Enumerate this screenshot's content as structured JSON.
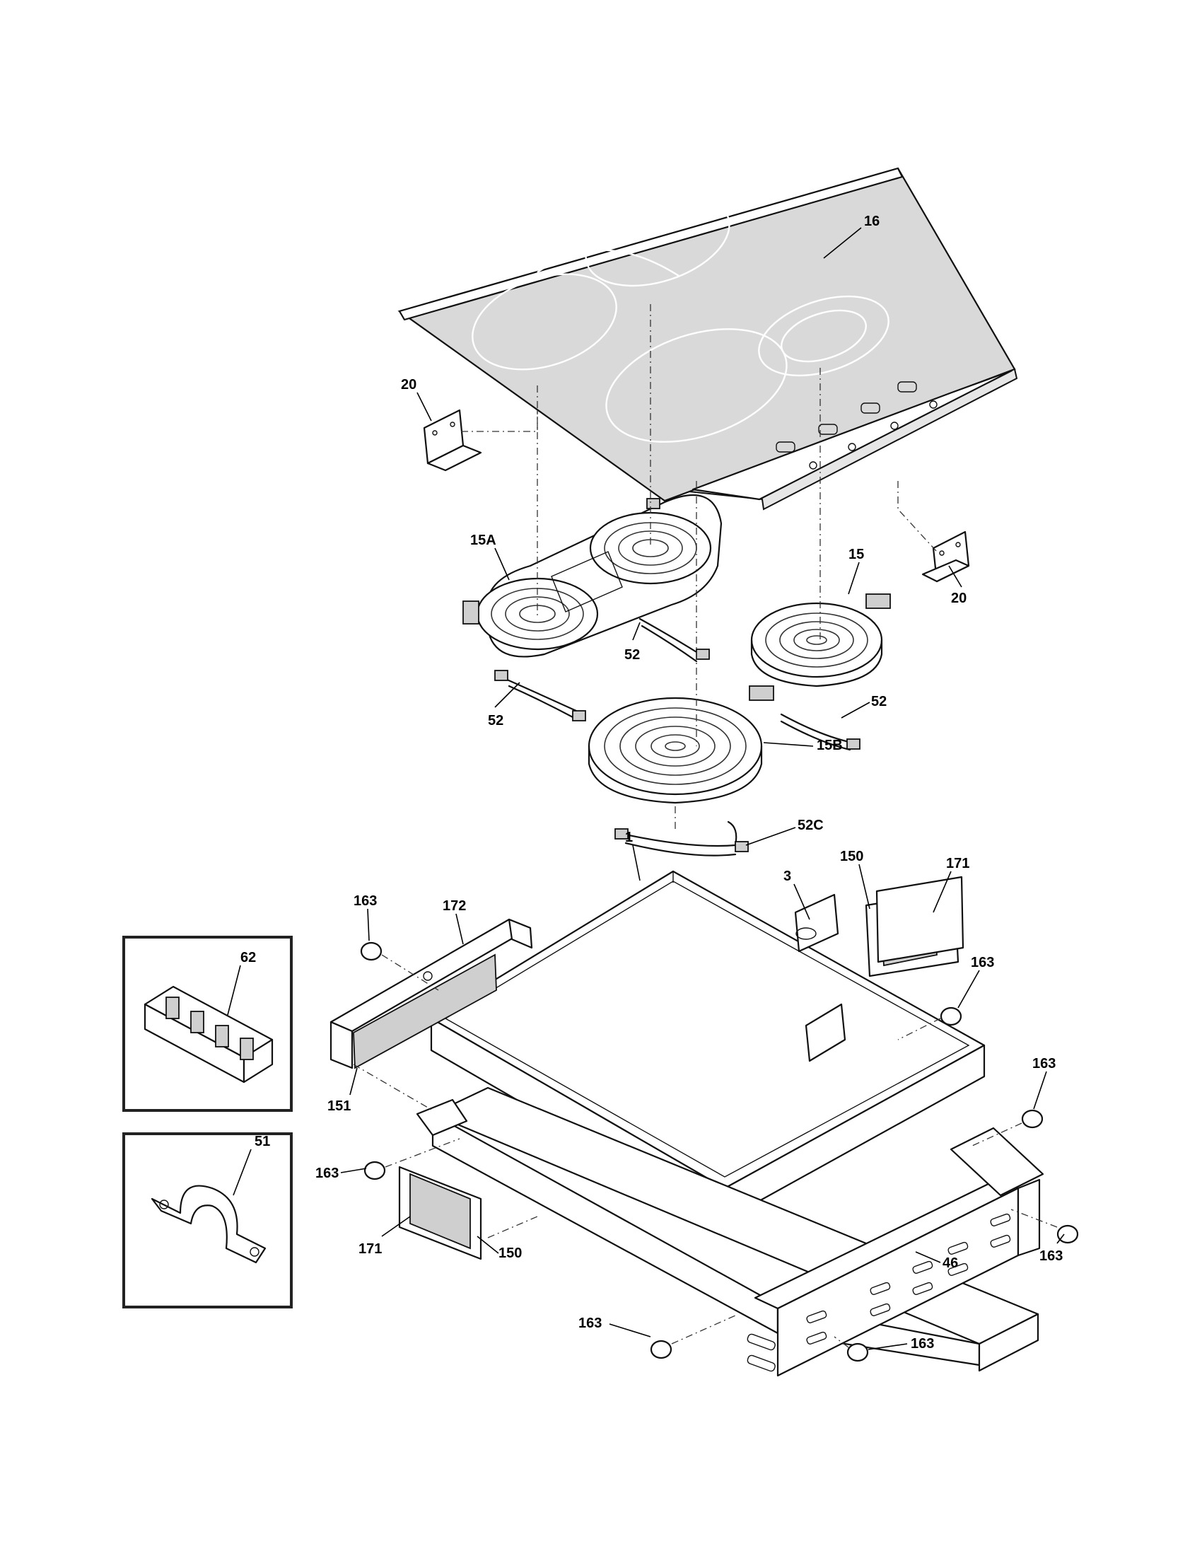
{
  "diagram": {
    "callouts": [
      {
        "id": "c16",
        "label": "16"
      },
      {
        "id": "c20a",
        "label": "20"
      },
      {
        "id": "c20b",
        "label": "20"
      },
      {
        "id": "c15a",
        "label": "15A"
      },
      {
        "id": "c15",
        "label": "15"
      },
      {
        "id": "c52a",
        "label": "52"
      },
      {
        "id": "c52b",
        "label": "52"
      },
      {
        "id": "c52c",
        "label": "52"
      },
      {
        "id": "c15b",
        "label": "15B"
      },
      {
        "id": "c52cc",
        "label": "52C"
      },
      {
        "id": "c1",
        "label": "1"
      },
      {
        "id": "c3",
        "label": "3"
      },
      {
        "id": "c150a",
        "label": "150"
      },
      {
        "id": "c171a",
        "label": "171"
      },
      {
        "id": "c163a",
        "label": "163"
      },
      {
        "id": "c172",
        "label": "172"
      },
      {
        "id": "c163b",
        "label": "163"
      },
      {
        "id": "c62",
        "label": "62"
      },
      {
        "id": "c151",
        "label": "151"
      },
      {
        "id": "c163c",
        "label": "163"
      },
      {
        "id": "c51",
        "label": "51"
      },
      {
        "id": "c163d",
        "label": "163"
      },
      {
        "id": "c171b",
        "label": "171"
      },
      {
        "id": "c150b",
        "label": "150"
      },
      {
        "id": "c163e",
        "label": "163"
      },
      {
        "id": "c46",
        "label": "46"
      },
      {
        "id": "c163f",
        "label": "163"
      },
      {
        "id": "c163g",
        "label": "163"
      }
    ]
  }
}
